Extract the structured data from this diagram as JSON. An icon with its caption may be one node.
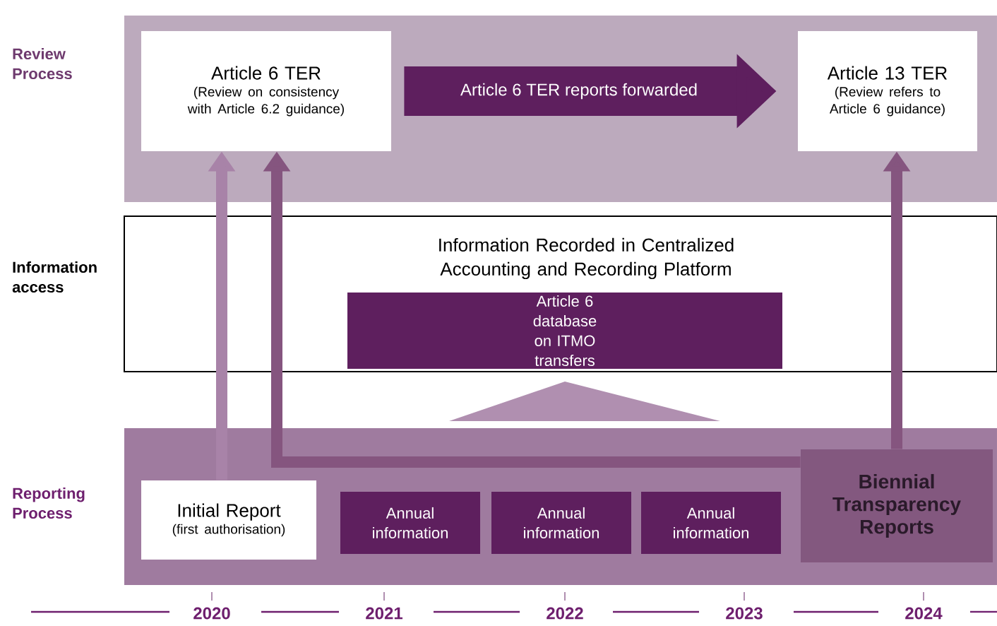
{
  "diagram": {
    "nodes": [
      {
        "text": [
          "Review Process"
        ]
      },
      {
        "text": [
          "Article 6 TER",
          "(Review on consistency with Article 6.2 guidance)"
        ],
        "in": 0
      },
      {
        "text": [
          "Article 13 TER",
          "(Review refers to Article 6 guidance)"
        ],
        "in": 0
      },
      {
        "text": [
          "Information access",
          "Information Recorded in Centralized Accounting and Recording Platform"
        ]
      },
      {
        "text": [
          "Article 6 database on ITMO transfers"
        ],
        "in": 3
      },
      {
        "text": [
          "Reporting Process"
        ]
      },
      {
        "text": [
          "Initial Report",
          "(first authorisation)"
        ],
        "in": 5
      },
      {
        "text": [
          "Annual information"
        ],
        "in": 5
      },
      {
        "text": [
          "Annual information"
        ],
        "in": 5
      },
      {
        "text": [
          "Annual information"
        ],
        "in": 5
      },
      {
        "text": [
          "Biennial Transparency Reports"
        ],
        "in": 5
      },
      {
        "text": [],
        "shape": "triangle"
      }
    ],
    "edges": [
      {
        "from": 1,
        "to": 2,
        "arrow": "to",
        "label": "Article 6 TER reports forwarded",
        "style": "thick",
        "color": "#5e1f5e"
      },
      {
        "from": 6,
        "to": 1,
        "arrow": "to",
        "color": "#a883a8"
      },
      {
        "from": 10,
        "to": 1,
        "arrow": "to"
      },
      {
        "from": 10,
        "to": 2,
        "arrow": "to"
      }
    ],
    "labels": [
      "2020",
      "2021",
      "2022",
      "2023",
      "2024"
    ]
  }
}
